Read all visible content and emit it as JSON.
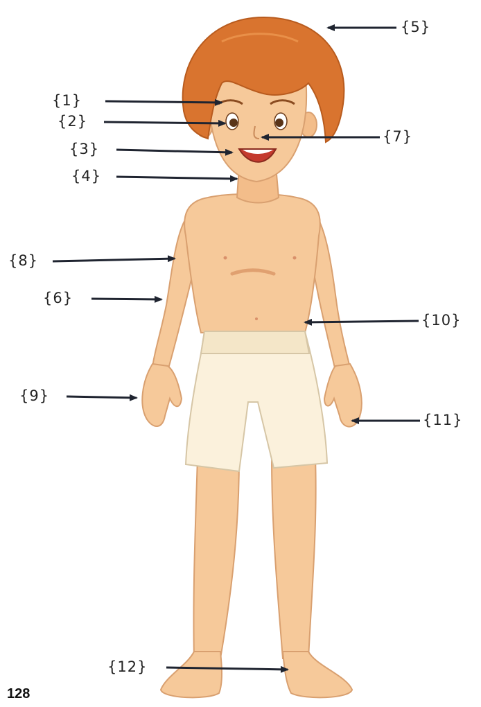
{
  "figure": {
    "labels": [
      "{1}",
      "{2}",
      "{3}",
      "{4}",
      "{5}",
      "{6}",
      "{7}",
      "{8}",
      "{9}",
      "{10}",
      "{11}",
      "{12}"
    ]
  },
  "page_number": "128",
  "colors": {
    "skin": "#f6c99a",
    "skin_shade": "#e7a877",
    "hair": "#d9742f",
    "hair_dark": "#b85b1e",
    "shorts": "#fbf1dc",
    "shorts_shade": "#eadcc0",
    "arrow": "#1f2430"
  }
}
